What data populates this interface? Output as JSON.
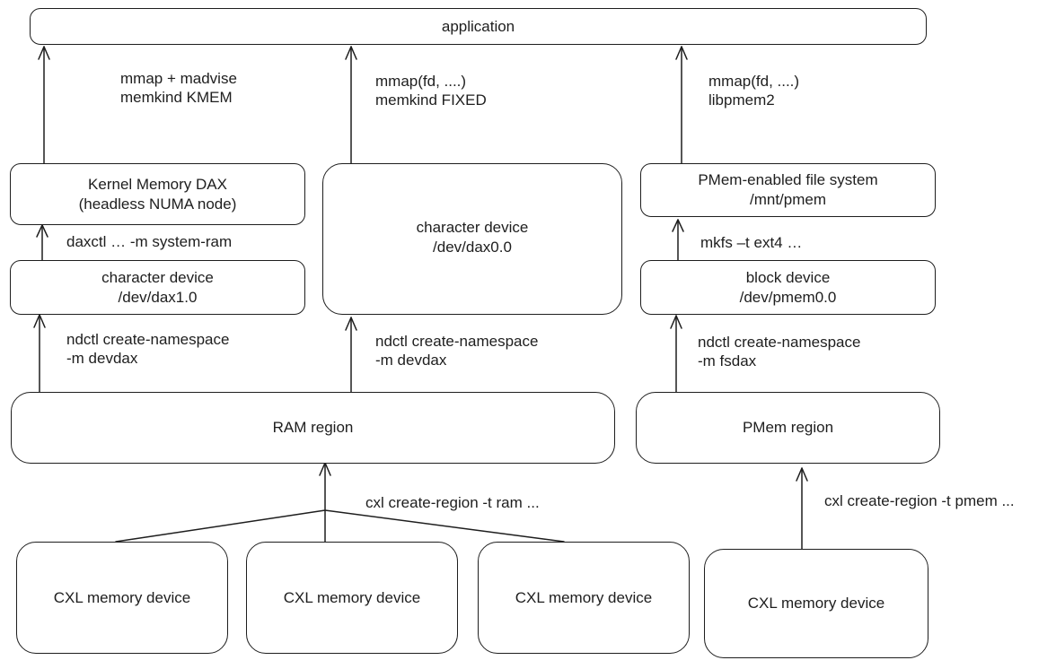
{
  "nodes": {
    "application": {
      "line1": "application"
    },
    "kmem_dax": {
      "line1": "Kernel Memory DAX",
      "line2": "(headless NUMA node)"
    },
    "chardev_dax1": {
      "line1": "character device",
      "line2": "/dev/dax1.0"
    },
    "chardev_dax0": {
      "line1": "character device",
      "line2": "/dev/dax0.0"
    },
    "pmem_fs": {
      "line1": "PMem-enabled file system",
      "line2": "/mnt/pmem"
    },
    "block_dev": {
      "line1": "block device",
      "line2": "/dev/pmem0.0"
    },
    "ram_region": {
      "line1": "RAM region"
    },
    "pmem_region": {
      "line1": "PMem region"
    },
    "cxl_dev_1": {
      "line1": "CXL memory device"
    },
    "cxl_dev_2": {
      "line1": "CXL memory device"
    },
    "cxl_dev_3": {
      "line1": "CXL memory device"
    },
    "cxl_dev_4": {
      "line1": "CXL memory device"
    }
  },
  "edges": {
    "mmap_madvise": {
      "line1": "mmap + madvise",
      "line2": "memkind KMEM"
    },
    "mmap_fixed": {
      "line1": "mmap(fd, ....)",
      "line2": "memkind FIXED"
    },
    "mmap_pmem2": {
      "line1": "mmap(fd, ....)",
      "line2": "libpmem2"
    },
    "daxctl": {
      "line1": "daxctl … -m system-ram"
    },
    "mkfs": {
      "line1": "mkfs –t ext4 …"
    },
    "ndctl_devdax_1": {
      "line1": "ndctl create-namespace",
      "line2": "-m devdax"
    },
    "ndctl_devdax_2": {
      "line1": "ndctl create-namespace",
      "line2": "-m devdax"
    },
    "ndctl_fsdax": {
      "line1": "ndctl create-namespace",
      "line2": "-m fsdax"
    },
    "cxl_ram": {
      "line1": "cxl create-region -t ram ..."
    },
    "cxl_pmem": {
      "line1": "cxl create-region -t pmem ..."
    }
  }
}
